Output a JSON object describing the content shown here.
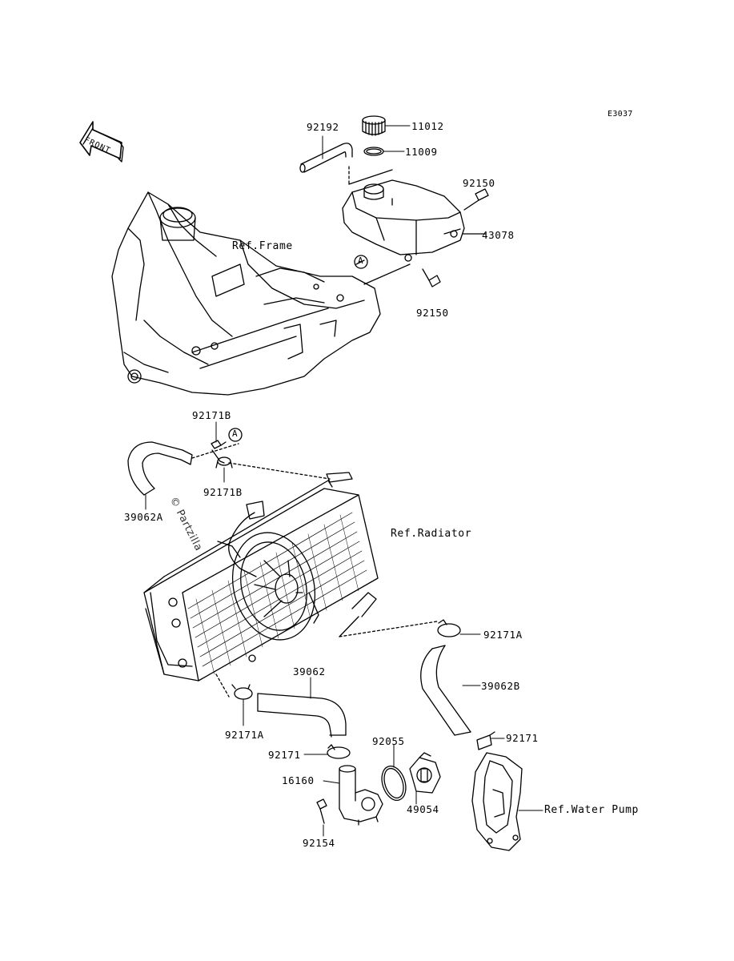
{
  "diagram_code": "E3037",
  "front_label": "FRONT",
  "callout_letter": "A",
  "watermark": "© Partzilla",
  "footer_text": "",
  "parts": {
    "p92192": "92192",
    "p11012": "11012",
    "p11009": "11009",
    "p92150_top": "92150",
    "p43078": "43078",
    "p92150_bottom": "92150",
    "p92171B_top": "92171B",
    "p92171B_bottom": "92171B",
    "p39062A": "39062A",
    "p92171A_right": "92171A",
    "p39062": "39062",
    "p39062B": "39062B",
    "p92171A_left": "92171A",
    "p92171_left": "92171",
    "p92171_right": "92171",
    "p92055": "92055",
    "p16160": "16160",
    "p49054": "49054",
    "p92154": "92154"
  },
  "references": {
    "frame": "Ref.Frame",
    "radiator": "Ref.Radiator",
    "water_pump": "Ref.Water Pump"
  }
}
